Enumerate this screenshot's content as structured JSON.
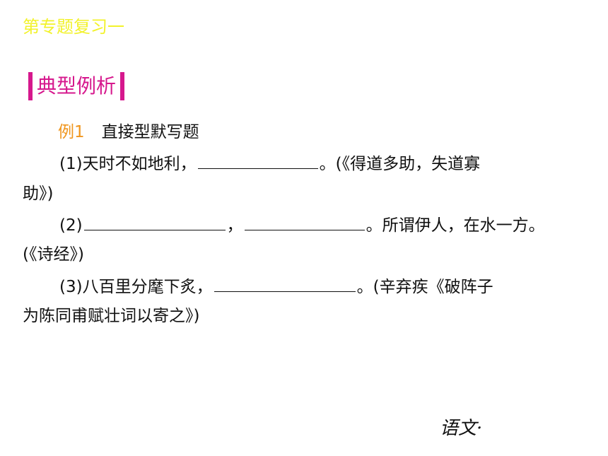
{
  "header": {
    "title": "第专题复习一",
    "title_color": "#f2f22a"
  },
  "section": {
    "title": "典型例析",
    "accent_color": "#d6188d",
    "title_color": "#d6188d"
  },
  "example": {
    "label": "例1",
    "label_color": "#f0961e",
    "title": "直接型默写题"
  },
  "items": [
    {
      "line1_prefix": "(1)天时不如地利，",
      "line1_suffix": "。(《得道多助，失道寡",
      "line2": "助》)"
    },
    {
      "line1_prefix": "(2)",
      "line1_mid": "，",
      "line1_suffix": "。所谓伊人，在水一方。",
      "line2": "(《诗经》)"
    },
    {
      "line1_prefix": "(3)八百里分麾下炙，",
      "line1_suffix": "。(辛弃疾《破阵子",
      "line2": "为陈同甫赋壮词以寄之》)"
    }
  ],
  "footer": {
    "subject": "语文·"
  }
}
